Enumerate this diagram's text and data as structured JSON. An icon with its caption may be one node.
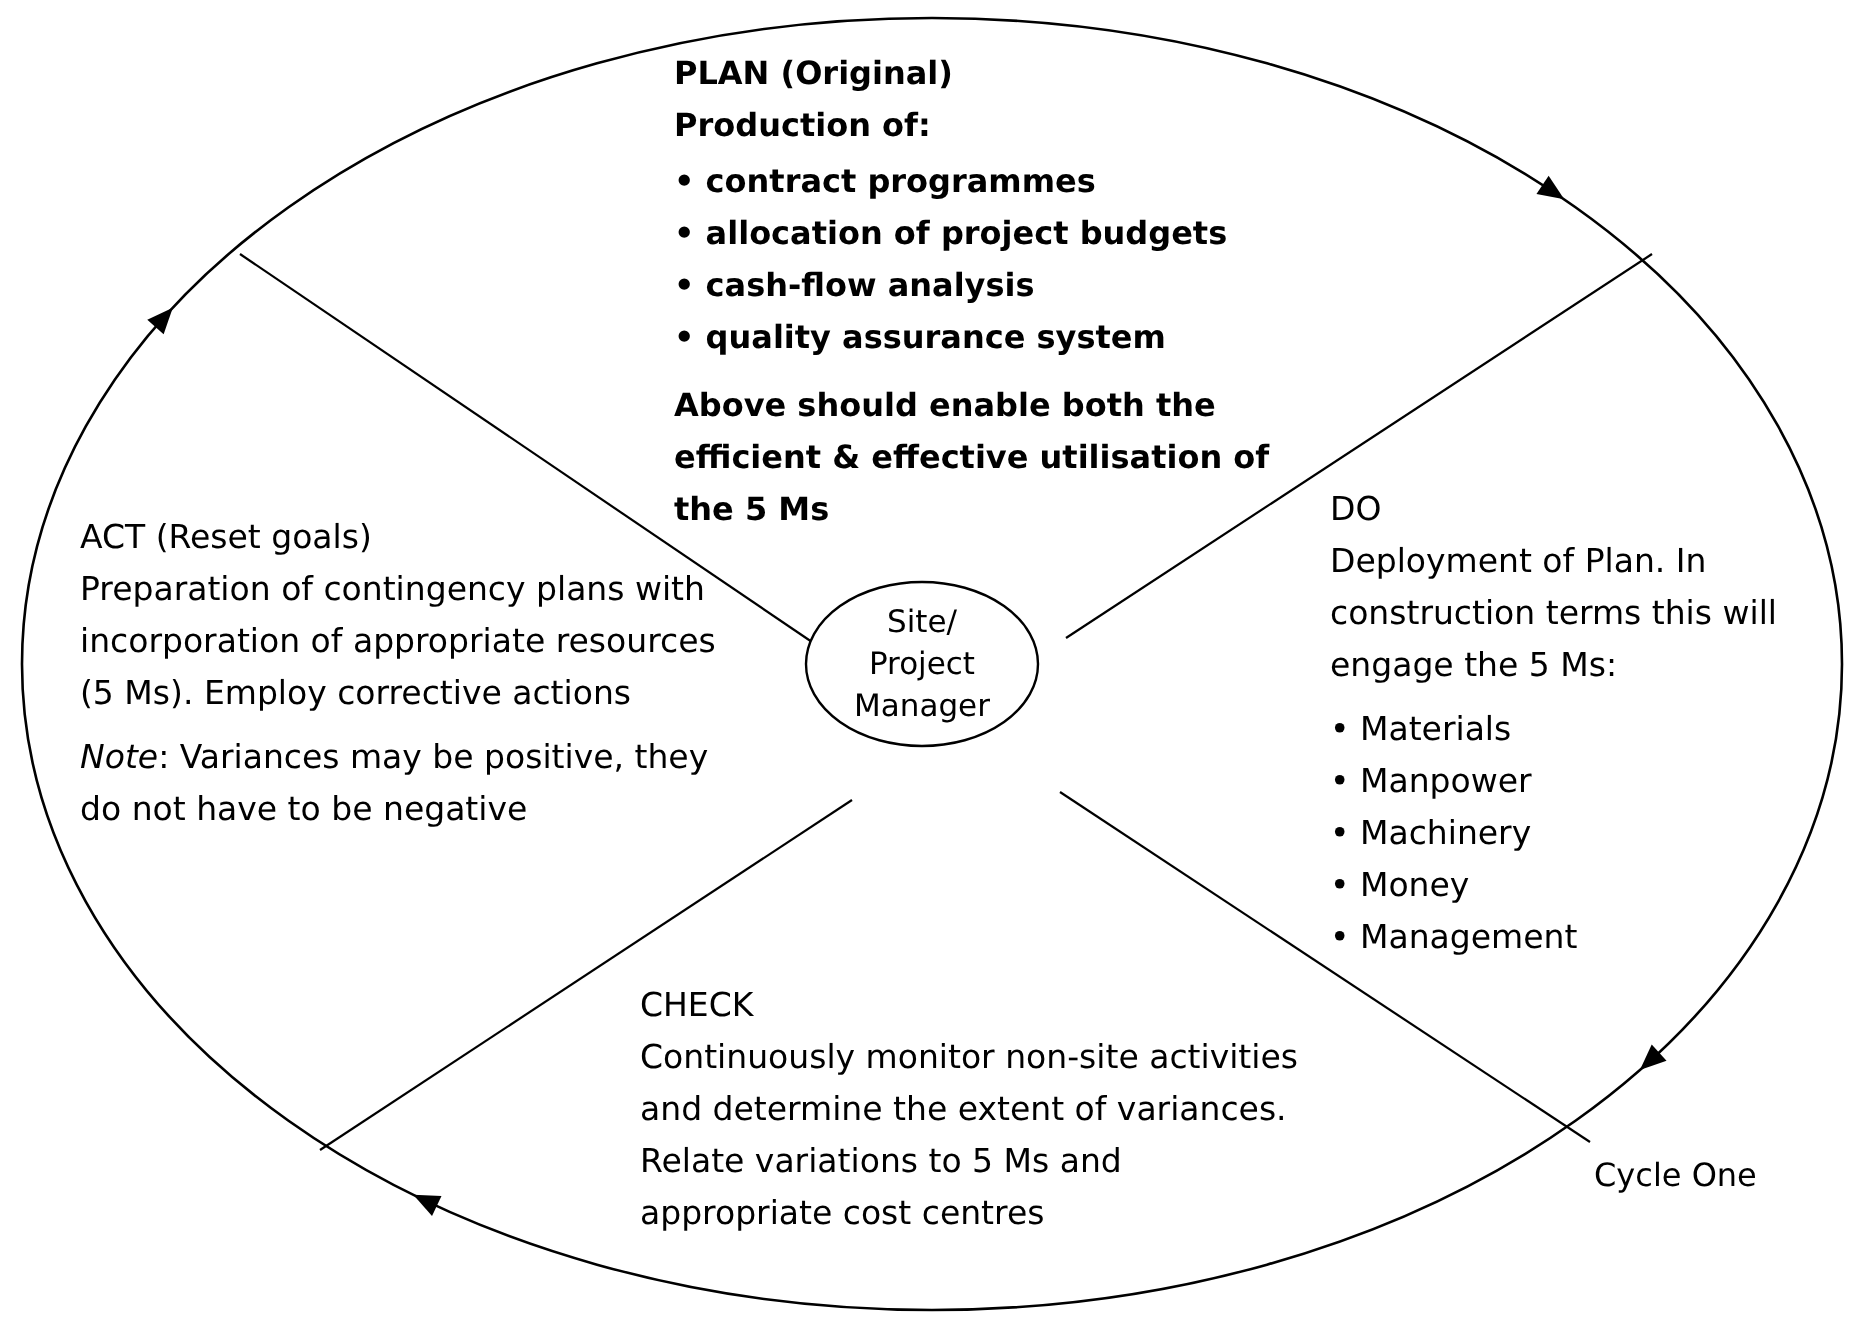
{
  "diagram": {
    "nodes": [
      {
        "text": [
          "Site/ Project Manager"
        ]
      },
      {
        "text": [
          "PLAN (Original)",
          "Production of:",
          "• contract programmes",
          "• allocation of project budgets",
          "• cash-flow analysis",
          "• quality assurance system",
          "Above should enable both the efficient & effective utilisation of the 5 Ms"
        ]
      },
      {
        "text": [
          "DO",
          "Deployment of Plan. In construction terms this will engage the 5 Ms:",
          "• Materials",
          "• Manpower",
          "• Machinery",
          "• Money",
          "• Management"
        ]
      },
      {
        "text": [
          "CHECK",
          "Continuously monitor non-site activities and determine the extent of variances. Relate variations to 5 Ms and appropriate cost centres"
        ]
      },
      {
        "text": [
          "ACT (Reset goals)",
          "Preparation of contingency plans with incorporation of appropriate resources (5 Ms). Employ corrective actions",
          "*Note*: Variances may be positive, they do not have to be negative"
        ]
      }
    ],
    "labels": [
      "Cycle One"
    ]
  }
}
